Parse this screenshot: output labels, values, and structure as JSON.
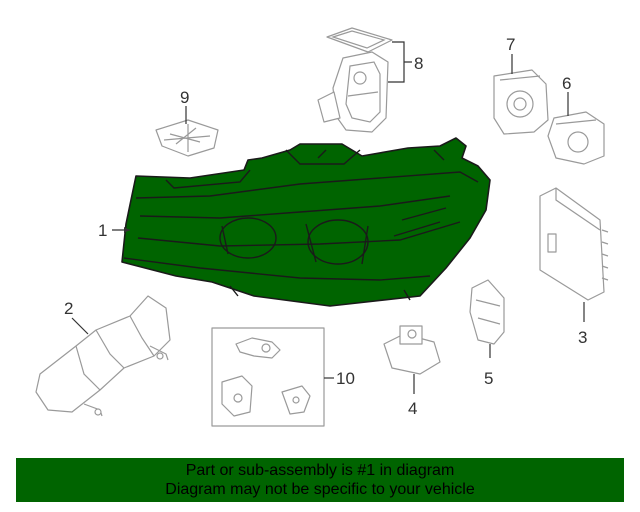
{
  "diagram": {
    "callouts": {
      "c1": "1",
      "c2": "2",
      "c3": "3",
      "c4": "4",
      "c5": "5",
      "c6": "6",
      "c7": "7",
      "c8": "8",
      "c9": "9",
      "c10": "10"
    },
    "colors": {
      "highlight": "#006400",
      "outline": "#9a9a9a",
      "text": "#333333"
    }
  },
  "banner": {
    "line1": "Part or sub-assembly is #1 in diagram",
    "line2": "Diagram may not be specific to your vehicle"
  }
}
